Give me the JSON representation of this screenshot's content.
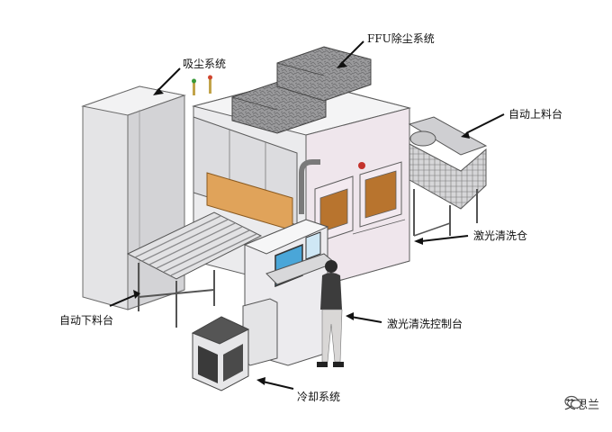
{
  "labels": {
    "dust_system": "吸尘系统",
    "ffu_system": "FFU除尘系统",
    "auto_loading": "自动上料台",
    "laser_chamber": "激光清洗仓",
    "laser_console": "激光清洗控制台",
    "auto_unloading": "自动下料台",
    "cooling_system": "冷却系统"
  },
  "watermark": {
    "text": "艾思兰",
    "icon": "wechat-icon"
  },
  "colors": {
    "frame": "#d9d9dc",
    "panel_pink": "#efe6ec",
    "orange_panel": "#e0a35a",
    "blue_screen": "#4aa6d8",
    "filter_gray": "#8d8d8f"
  }
}
